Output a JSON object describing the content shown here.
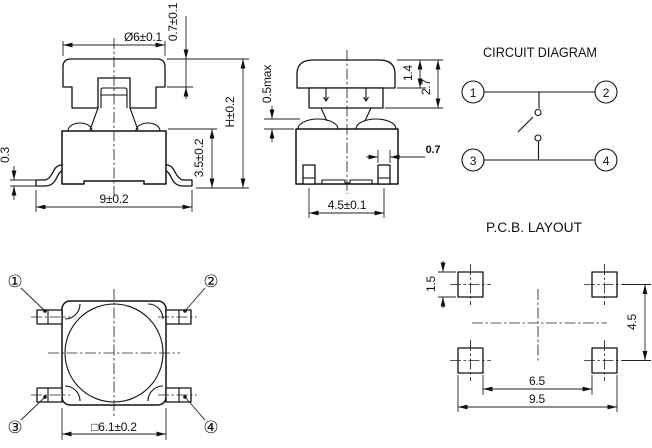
{
  "front_view": {
    "dims": {
      "cap_diameter": "Ø6±0.1",
      "cap_flange_height": "0.7±0.1",
      "total_height": "H±0.2",
      "body_height": "3.5±0.2",
      "lead_thickness": "0.3",
      "lead_span": "9±0.2"
    }
  },
  "side_view": {
    "dims": {
      "standoff": "0.5max",
      "cap_top_height": "1.4",
      "cap_height": "2.7",
      "terminal_width": "0.7",
      "terminal_pitch": "4.5±0.1"
    }
  },
  "circuit_diagram": {
    "title": "CIRCUIT DIAGRAM",
    "terminals": [
      "1",
      "2",
      "3",
      "4"
    ]
  },
  "top_view": {
    "terminal_labels": [
      "①",
      "②",
      "③",
      "④"
    ],
    "dims": {
      "body_size": "□6.1±0.2"
    }
  },
  "pcb_layout": {
    "title": "P.C.B. LAYOUT",
    "dims": {
      "pad_size": "1.5",
      "row_pitch": "4.5",
      "inner_span": "6.5",
      "outer_span": "9.5"
    }
  },
  "colors": {
    "line": "#1a1a1a",
    "background": "#ffffff"
  }
}
